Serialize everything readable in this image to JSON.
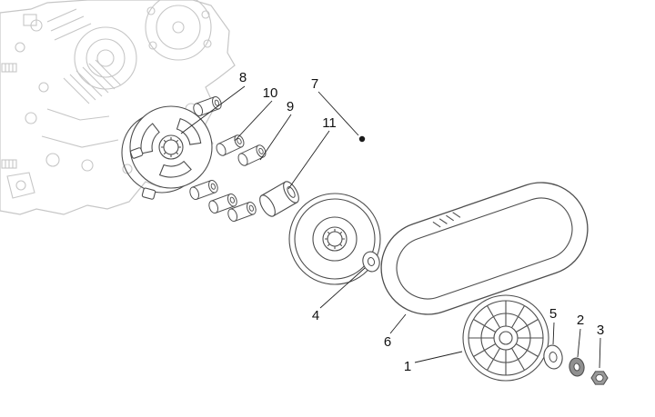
{
  "diagram": {
    "callouts": {
      "c1": "1",
      "c2": "2",
      "c3": "3",
      "c4": "4",
      "c5": "5",
      "c6": "6",
      "c7": "7",
      "c8": "8",
      "c9": "9",
      "c10": "10",
      "c11": "11"
    },
    "colors": {
      "part_stroke": "#4d4d4d",
      "sketch_stroke": "#c6c6c6",
      "label_text": "#111111",
      "background": "#ffffff"
    }
  }
}
